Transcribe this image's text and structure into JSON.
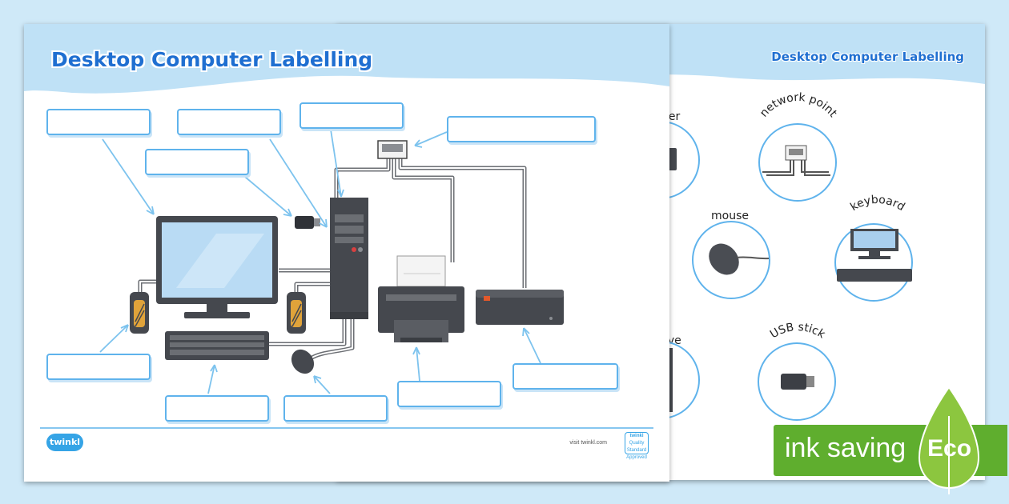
{
  "front_sheet": {
    "title": "Desktop Computer Labelling",
    "footer_logo": "twinkl",
    "footer_url": "visit twinkl.com",
    "footer_badge": {
      "brand": "twinkl",
      "text": "Quality Standard Approved"
    }
  },
  "back_sheet": {
    "title": "Desktop Computer Labelling",
    "items": [
      {
        "label": "ner",
        "icon": "printer-icon"
      },
      {
        "label": "network point",
        "icon": "network-point-icon"
      },
      {
        "label": "mouse",
        "icon": "mouse-icon"
      },
      {
        "label": "keyboard",
        "icon": "keyboard-icon"
      },
      {
        "label": "ive",
        "icon": "hard-drive-icon"
      },
      {
        "label": "USB stick",
        "icon": "usb-stick-icon"
      }
    ]
  },
  "eco_banner": {
    "text": "ink saving",
    "badge": "Eco",
    "accent": "#5fae2e"
  },
  "colors": {
    "background": "#cfe9f8",
    "title_blue": "#1f6fd1",
    "box_border": "#5fb3ec"
  }
}
